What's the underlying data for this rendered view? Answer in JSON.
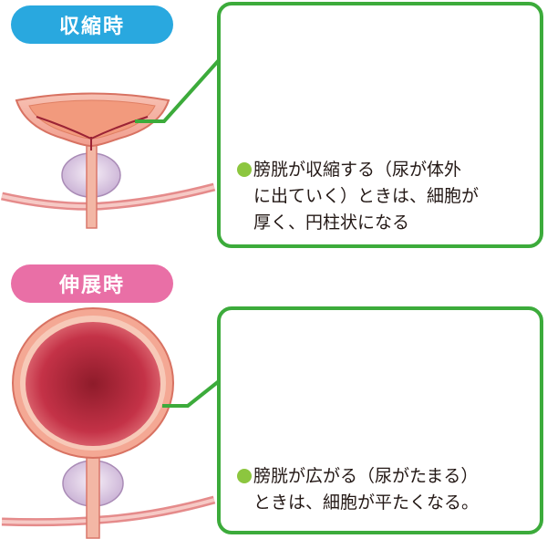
{
  "contracted": {
    "label": "収縮時",
    "caption_line1": "膀胱が収縮する（尿が体外",
    "caption_line2": "に出ていく）ときは、細胞が",
    "caption_line3": "厚く、円柱状になる"
  },
  "expanded": {
    "label": "伸展時",
    "caption_line1": "膀胱が広がる（尿がたまる）",
    "caption_line2": "ときは、細胞が平たくなる。"
  },
  "colors": {
    "contracted_label_bg": "#29a8df",
    "expanded_label_bg": "#e96fa6",
    "panel_border": "#3cab3b",
    "bullet": "#8cc63f"
  }
}
